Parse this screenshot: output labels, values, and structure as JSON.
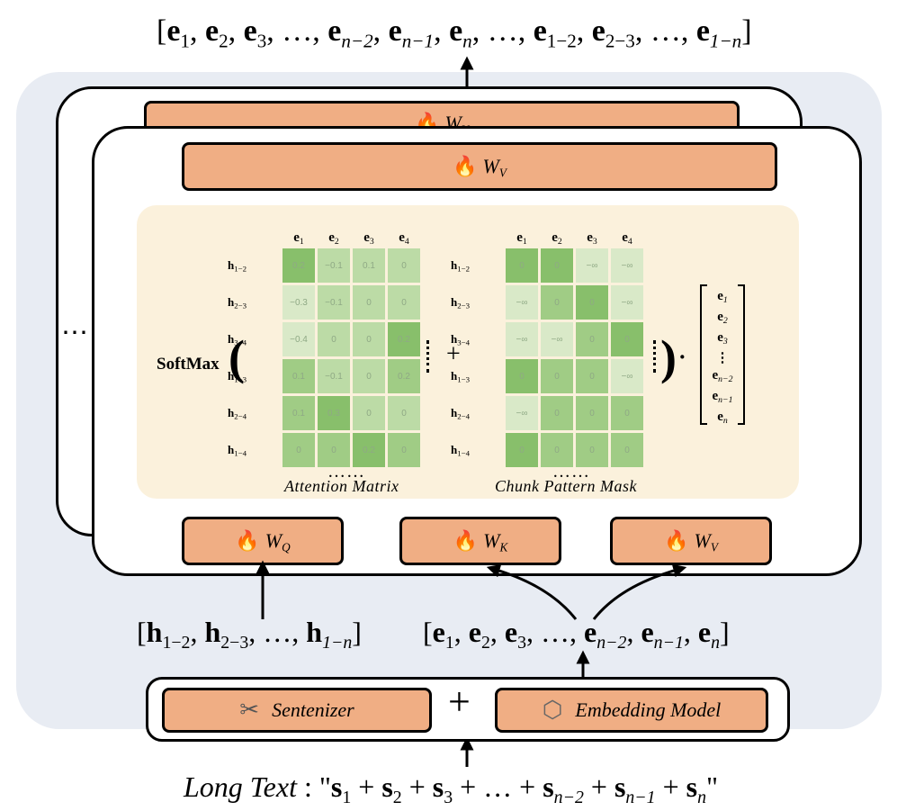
{
  "top_output": {
    "open": "[",
    "items": [
      {
        "base": "e",
        "sub": "1"
      },
      {
        "base": "e",
        "sub": "2"
      },
      {
        "base": "e",
        "sub": "3"
      },
      {
        "base": "…",
        "sub": ""
      },
      {
        "base": "e",
        "sub": "n−2"
      },
      {
        "base": "e",
        "sub": "n−1"
      },
      {
        "base": "e",
        "sub": "n"
      },
      {
        "base": "…",
        "sub": ""
      },
      {
        "base": "e",
        "sub": "1−2"
      },
      {
        "base": "e",
        "sub": "2−3"
      },
      {
        "base": "…",
        "sub": ""
      },
      {
        "base": "e",
        "sub": "1−n"
      }
    ],
    "close": "]"
  },
  "back_card": {
    "wv_label": "W",
    "wv_sub": "V"
  },
  "front_card": {
    "wv_top": {
      "label": "W",
      "sub": "V"
    },
    "side_ellipsis": "⋯",
    "softmax_label": "SoftMax",
    "plus": "+",
    "dot": "·",
    "open_paren": "(",
    "close_paren": ")",
    "attention": {
      "caption": "Attention Matrix",
      "ellipsis": "……",
      "columns": [
        "1",
        "2",
        "3",
        "4"
      ],
      "rows": [
        "1−2",
        "2−3",
        "3−4",
        "1−3",
        "2−4",
        "1−4"
      ],
      "values": [
        [
          "0.2",
          "−0.1",
          "0.1",
          "0"
        ],
        [
          "−0.3",
          "−0.1",
          "0",
          "0"
        ],
        [
          "−0.4",
          "0",
          "0",
          "0.2"
        ],
        [
          "0.1",
          "−0.1",
          "0",
          "0.2"
        ],
        [
          "0.1",
          "0.3",
          "0",
          "0"
        ],
        [
          "0",
          "0",
          "0.2",
          "0"
        ]
      ],
      "shades": [
        [
          4,
          2,
          2,
          2
        ],
        [
          1,
          2,
          2,
          2
        ],
        [
          1,
          2,
          2,
          4
        ],
        [
          3,
          2,
          2,
          3
        ],
        [
          3,
          4,
          2,
          2
        ],
        [
          3,
          3,
          4,
          3
        ]
      ]
    },
    "mask": {
      "caption": "Chunk Pattern Mask",
      "ellipsis": "……",
      "columns": [
        "1",
        "2",
        "3",
        "4"
      ],
      "rows": [
        "1−2",
        "2−3",
        "3−4",
        "1−3",
        "2−4",
        "1−4"
      ],
      "values": [
        [
          "0",
          "0",
          "−∞",
          "−∞"
        ],
        [
          "−∞",
          "0",
          "0",
          "−∞"
        ],
        [
          "−∞",
          "−∞",
          "0",
          "0"
        ],
        [
          "0",
          "0",
          "0",
          "−∞"
        ],
        [
          "−∞",
          "0",
          "0",
          "0"
        ],
        [
          "0",
          "0",
          "0",
          "0"
        ]
      ],
      "shades": [
        [
          4,
          4,
          1,
          1
        ],
        [
          1,
          3,
          4,
          1
        ],
        [
          1,
          1,
          3,
          4
        ],
        [
          4,
          3,
          3,
          1
        ],
        [
          1,
          3,
          3,
          3
        ],
        [
          4,
          3,
          3,
          3
        ]
      ]
    },
    "vector": [
      {
        "base": "e",
        "sub": "1"
      },
      {
        "base": "e",
        "sub": "2"
      },
      {
        "base": "e",
        "sub": "3"
      },
      {
        "base": "⋮",
        "sub": ""
      },
      {
        "base": "e",
        "sub": "n−2"
      },
      {
        "base": "e",
        "sub": "n−1"
      },
      {
        "base": "e",
        "sub": "n"
      }
    ],
    "wq": {
      "label": "W",
      "sub": "Q"
    },
    "wk": {
      "label": "W",
      "sub": "K"
    },
    "wv": {
      "label": "W",
      "sub": "V"
    }
  },
  "h_input": {
    "open": "[",
    "items": [
      {
        "base": "h",
        "sub": "1−2"
      },
      {
        "base": "h",
        "sub": "2−3"
      },
      {
        "base": "…",
        "sub": ""
      },
      {
        "base": "h",
        "sub": "1−n"
      }
    ],
    "close": "]"
  },
  "e_input": {
    "open": "[",
    "items": [
      {
        "base": "e",
        "sub": "1"
      },
      {
        "base": "e",
        "sub": "2"
      },
      {
        "base": "e",
        "sub": "3"
      },
      {
        "base": "…",
        "sub": ""
      },
      {
        "base": "e",
        "sub": "n−2"
      },
      {
        "base": "e",
        "sub": "n−1"
      },
      {
        "base": "e",
        "sub": "n"
      }
    ],
    "close": "]"
  },
  "tools": {
    "sentenizer": "Sentenizer",
    "embedding": "Embedding Model",
    "plus": "+"
  },
  "long_text": {
    "label": "Long Text",
    "colon": ":",
    "quote_open": "\"",
    "items": [
      {
        "base": "s",
        "sub": "1"
      },
      {
        "base": "s",
        "sub": "2"
      },
      {
        "base": "s",
        "sub": "3"
      },
      {
        "base": "…",
        "sub": ""
      },
      {
        "base": "s",
        "sub": "n−2"
      },
      {
        "base": "s",
        "sub": "n−1"
      },
      {
        "base": "s",
        "sub": "n"
      }
    ],
    "joiner": "+",
    "quote_close": "\""
  },
  "icons": {
    "flame": "fire-icon",
    "scissors": "scissors-icon",
    "model": "model-logo-icon"
  }
}
